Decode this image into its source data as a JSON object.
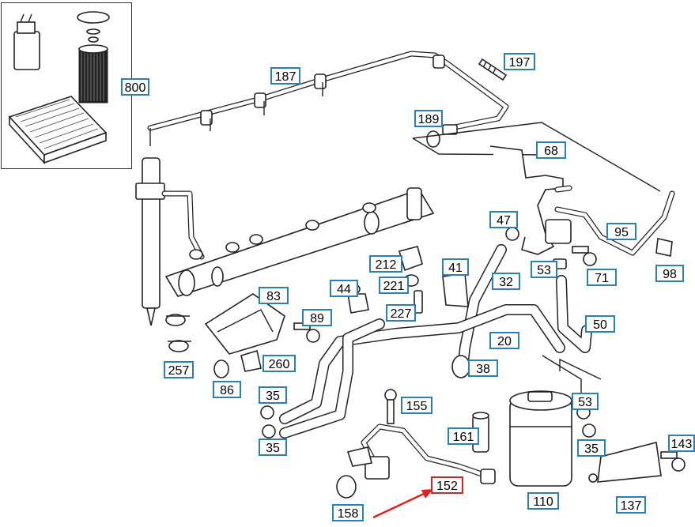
{
  "diagram": {
    "callouts": [
      {
        "id": "800",
        "label": "800"
      },
      {
        "id": "187",
        "label": "187"
      },
      {
        "id": "197",
        "label": "197"
      },
      {
        "id": "189",
        "label": "189"
      },
      {
        "id": "68",
        "label": "68"
      },
      {
        "id": "47",
        "label": "47"
      },
      {
        "id": "95",
        "label": "95"
      },
      {
        "id": "98",
        "label": "98"
      },
      {
        "id": "212",
        "label": "212"
      },
      {
        "id": "41",
        "label": "41"
      },
      {
        "id": "53a",
        "label": "53"
      },
      {
        "id": "71",
        "label": "71"
      },
      {
        "id": "83",
        "label": "83"
      },
      {
        "id": "44",
        "label": "44"
      },
      {
        "id": "221",
        "label": "221"
      },
      {
        "id": "32",
        "label": "32"
      },
      {
        "id": "89",
        "label": "89"
      },
      {
        "id": "227",
        "label": "227"
      },
      {
        "id": "50",
        "label": "50"
      },
      {
        "id": "20",
        "label": "20"
      },
      {
        "id": "257",
        "label": "257"
      },
      {
        "id": "260",
        "label": "260"
      },
      {
        "id": "38",
        "label": "38"
      },
      {
        "id": "86",
        "label": "86"
      },
      {
        "id": "35a",
        "label": "35"
      },
      {
        "id": "155",
        "label": "155"
      },
      {
        "id": "53b",
        "label": "53"
      },
      {
        "id": "161",
        "label": "161"
      },
      {
        "id": "35b",
        "label": "35"
      },
      {
        "id": "35c",
        "label": "35"
      },
      {
        "id": "143",
        "label": "143"
      },
      {
        "id": "152",
        "label": "152"
      },
      {
        "id": "110",
        "label": "110"
      },
      {
        "id": "137",
        "label": "137"
      },
      {
        "id": "158",
        "label": "158"
      }
    ],
    "highlighted": "152",
    "colors": {
      "callout_border": "#2a7fb4",
      "highlight_border": "#e02020",
      "arrow": "#e02020",
      "line": "#222222"
    }
  }
}
